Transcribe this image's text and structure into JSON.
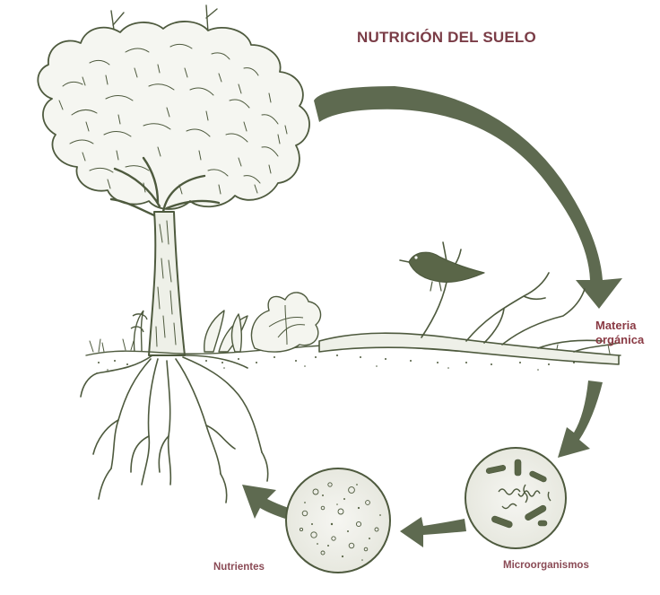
{
  "title": "NUTRICIÓN DEL SUELO",
  "labels": {
    "materia_line1": "Materia",
    "materia_line2": "orgánica",
    "microorganismos": "Microorganismos",
    "nutrientes": "Nutrientes"
  },
  "colors": {
    "ink": "#4e5a3e",
    "arrow": "#5e6a50",
    "label": "#8a3a44"
  }
}
